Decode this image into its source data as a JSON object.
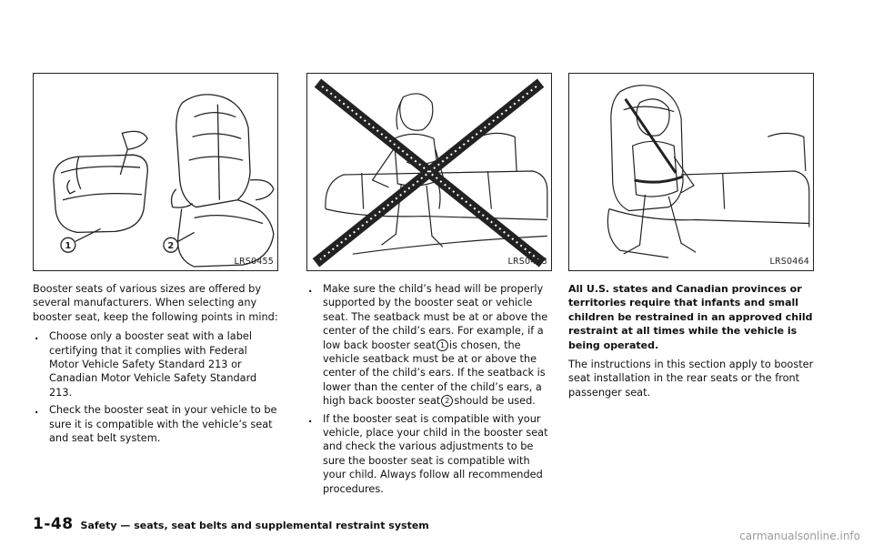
{
  "figures": [
    {
      "code": "LRS0455",
      "callouts": [
        "1",
        "2"
      ]
    },
    {
      "code": "LRS0453"
    },
    {
      "code": "LRS0464"
    }
  ],
  "column1": {
    "intro": "Booster seats of various sizes are offered by several manufacturers. When selecting any booster seat, keep the following points in mind:",
    "bullets": [
      "Choose only a booster seat with a label certifying that it complies with Federal Motor Vehicle Safety Standard 213 or Canadian Motor Vehicle Safety Standard 213.",
      "Check the booster seat in your vehicle to be sure it is compatible with the vehicle’s seat and seat belt system."
    ]
  },
  "column2": {
    "bullet1": {
      "part1": "Make sure the child’s head will be properly supported by the booster seat or vehicle seat. The seatback must be at or above the center of the child’s ears. For example, if a low back booster seat",
      "num1": "1",
      "part2": "is chosen, the vehicle seatback must be at or above the center of the child’s ears. If the seatback is lower than the center of the child’s ears, a high back booster seat",
      "num2": "2",
      "part3": "should be used."
    },
    "bullet2": "If the booster seat is compatible with your vehicle, place your child in the booster seat and check the various adjustments to be sure the booster seat is compatible with your child. Always follow all recommended procedures."
  },
  "column3": {
    "bold_para": "All U.S. states and Canadian provinces or territories require that infants and small children be restrained in an approved child restraint at all times while the vehicle is being operated.",
    "para": "The instructions in this section apply to booster seat installation in the rear seats or the front passenger seat."
  },
  "footer": {
    "page_number": "1-48",
    "section": "Safety — seats, seat belts and supplemental restraint system",
    "watermark": "carmanualsonline.info"
  },
  "bullet_marker": "."
}
